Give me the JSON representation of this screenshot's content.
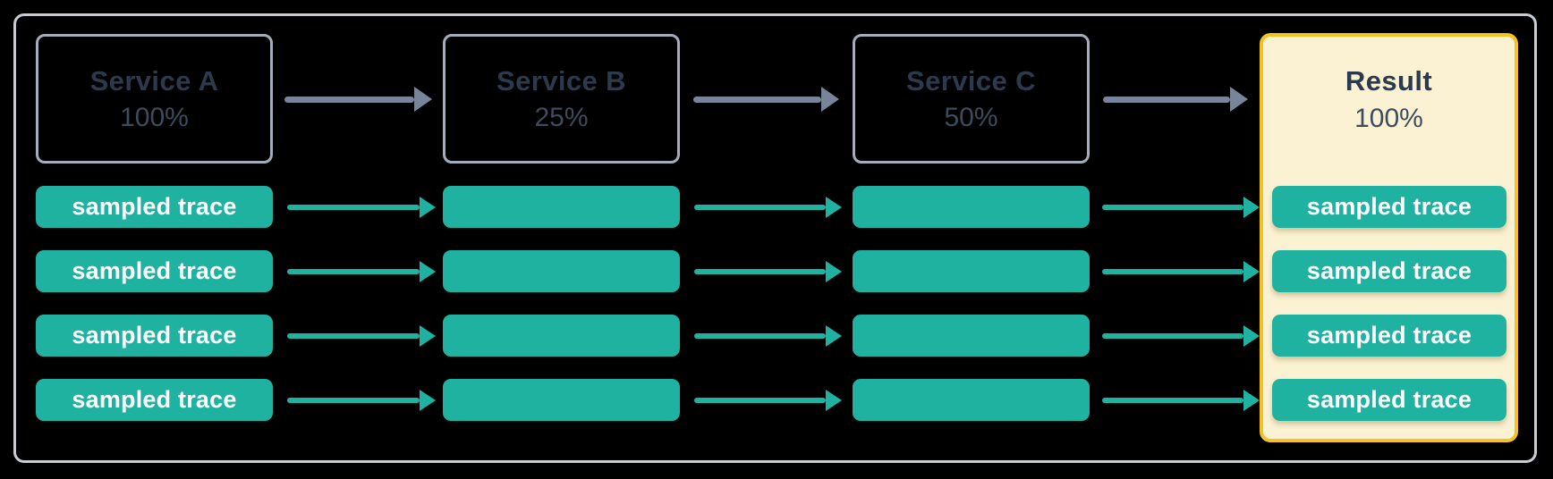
{
  "flow": {
    "services": [
      {
        "name": "Service A",
        "rate": "100%"
      },
      {
        "name": "Service B",
        "rate": "25%"
      },
      {
        "name": "Service C",
        "rate": "50%"
      }
    ],
    "result": {
      "name": "Result",
      "rate": "100%"
    },
    "trace_label": "sampled trace",
    "trace_row_count": 4,
    "colors": {
      "background": "#000000",
      "container_border": "#C6CDD9",
      "service_box_border": "#A2AEBC",
      "service_name_text": "#2B3A4C",
      "rate_text": "#3C4B5D",
      "service_arrow": "#76859A",
      "trace_teal": "#1FB2A1",
      "trace_label_text": "#FFFFFF",
      "result_fill": "#FBF2D4",
      "result_border": "#F4C320"
    }
  }
}
